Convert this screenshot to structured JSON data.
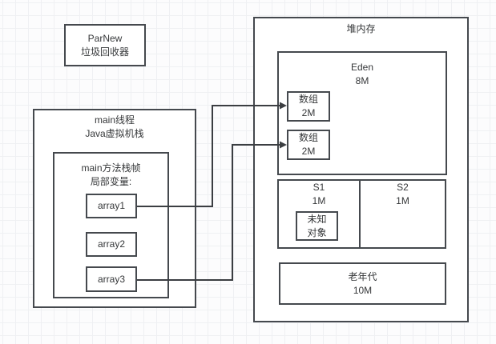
{
  "colors": {
    "border": "#45494e",
    "arrow": "#3b3e42",
    "text": "#353739",
    "grid": "#eff0f3",
    "canvas": "#fcfcfd",
    "shape_fill": "#ffffff"
  },
  "gc_box": {
    "line1": "ParNew",
    "line2": "垃圾回收器"
  },
  "stack_box": {
    "title1": "main线程",
    "title2": "Java虚拟机栈"
  },
  "frame_box": {
    "title1": "main方法栈帧",
    "title2": "局部变量:"
  },
  "local_vars": [
    "array1",
    "array2",
    "array3"
  ],
  "heap": {
    "title": "堆内存",
    "eden": {
      "name": "Eden",
      "size": "8M"
    },
    "eden_objects": [
      {
        "name": "数组",
        "size": "2M"
      },
      {
        "name": "数组",
        "size": "2M"
      }
    ],
    "s1": {
      "name": "S1",
      "size": "1M"
    },
    "s1_object": {
      "line1": "未知",
      "line2": "对象"
    },
    "s2": {
      "name": "S2",
      "size": "1M"
    },
    "old_gen": {
      "name": "老年代",
      "size": "10M"
    }
  }
}
